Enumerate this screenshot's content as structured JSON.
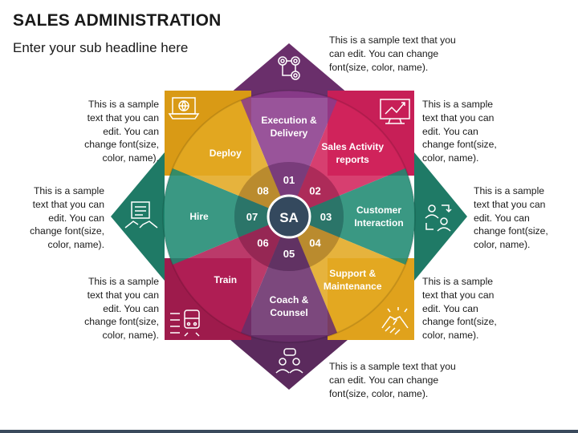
{
  "header": {
    "title": "SALES ADMINISTRATION",
    "subtitle": "Enter your sub headline here"
  },
  "center": {
    "label": "SA"
  },
  "segments": [
    {
      "number": "01",
      "label_lines": [
        "Execution &",
        "Delivery"
      ],
      "color": "#8b3c8c"
    },
    {
      "number": "02",
      "label_lines": [
        "Sales Activity",
        "reports"
      ],
      "color": "#d1245c"
    },
    {
      "number": "03",
      "label_lines": [
        "Customer",
        "Interaction"
      ],
      "color": "#1f8a72"
    },
    {
      "number": "04",
      "label_lines": [
        "Support &",
        "Maintenance"
      ],
      "color": "#e3a822"
    },
    {
      "number": "05",
      "label_lines": [
        "Coach &",
        "Counsel"
      ],
      "color": "#6a2f6b"
    },
    {
      "number": "06",
      "label_lines": [
        "Train"
      ],
      "color": "#b21f55"
    },
    {
      "number": "07",
      "label_lines": [
        "Hire"
      ],
      "color": "#1f8a72"
    },
    {
      "number": "08",
      "label_lines": [
        "Deploy"
      ],
      "color": "#e3a822"
    }
  ],
  "notes": {
    "top": "This is a sample text that you can edit. You can change font(size, color, name).",
    "bottom": "This is a sample text that you can edit. You can change font(size, color, name).",
    "left_top": "This is a sample text that you can edit. You can change font(size, color, name).",
    "left_mid": "This is a sample text that you can edit. You can change font(size, color, name).",
    "left_bottom": "This is a sample text that you can edit. You can change font(size, color, name).",
    "right_top": "This is a sample text that you can edit. You can change font(size, color, name).",
    "right_mid": "This is a sample text that you can edit. You can change font(size, color, name).",
    "right_bottom": "This is a sample text that you can edit. You can change font(size, color, name)."
  },
  "icons": [
    "gears-icon",
    "chart-monitor-icon",
    "customer-exchange-icon",
    "handshake-icon",
    "mentoring-icon",
    "train-icon",
    "resume-handshake-icon",
    "laptop-globe-icon"
  ],
  "colors": {
    "purple": "#8b3c8c",
    "pink": "#d1245c",
    "teal": "#1f8a72",
    "gold": "#e3a822",
    "hub_ring": "#3b2a3e",
    "hub": "#34495e"
  }
}
